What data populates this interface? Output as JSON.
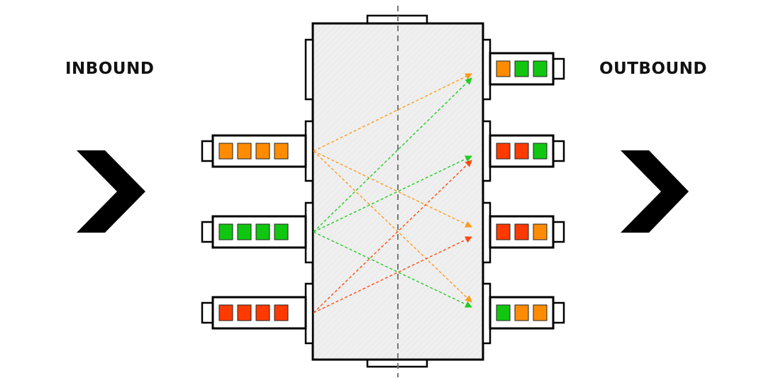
{
  "labels": {
    "inbound": "INBOUND",
    "outbound": "OUTBOUND"
  },
  "colors": {
    "orange": "#ff8c00",
    "green": "#11c611",
    "red": "#ff3a00",
    "line_orange": "#ff9a1a",
    "line_green": "#22cc22",
    "line_red": "#ff4a10",
    "hub_fill": "#eeeeee",
    "outline": "#000000"
  },
  "inbound_queues": [
    {
      "id": "in-orange",
      "blocks": [
        "orange",
        "orange",
        "orange",
        "orange"
      ]
    },
    {
      "id": "in-green",
      "blocks": [
        "green",
        "green",
        "green",
        "green"
      ]
    },
    {
      "id": "in-red",
      "blocks": [
        "red",
        "red",
        "red",
        "red"
      ]
    }
  ],
  "outbound_queues": [
    {
      "id": "out-1",
      "blocks": [
        "orange",
        "green",
        "green"
      ]
    },
    {
      "id": "out-2",
      "blocks": [
        "red",
        "red",
        "green"
      ]
    },
    {
      "id": "out-3",
      "blocks": [
        "red",
        "red",
        "orange"
      ]
    },
    {
      "id": "out-4",
      "blocks": [
        "green",
        "orange",
        "orange"
      ]
    }
  ],
  "routes": [
    {
      "from": 0,
      "to": 0,
      "color": "orange"
    },
    {
      "from": 0,
      "to": 2,
      "color": "orange"
    },
    {
      "from": 0,
      "to": 3,
      "color": "orange"
    },
    {
      "from": 1,
      "to": 0,
      "color": "green"
    },
    {
      "from": 1,
      "to": 1,
      "color": "green"
    },
    {
      "from": 1,
      "to": 3,
      "color": "green"
    },
    {
      "from": 2,
      "to": 1,
      "color": "red"
    },
    {
      "from": 2,
      "to": 2,
      "color": "red"
    }
  ],
  "icons": {
    "left_arrow": "chevron-right-icon",
    "right_arrow": "chevron-right-icon"
  }
}
